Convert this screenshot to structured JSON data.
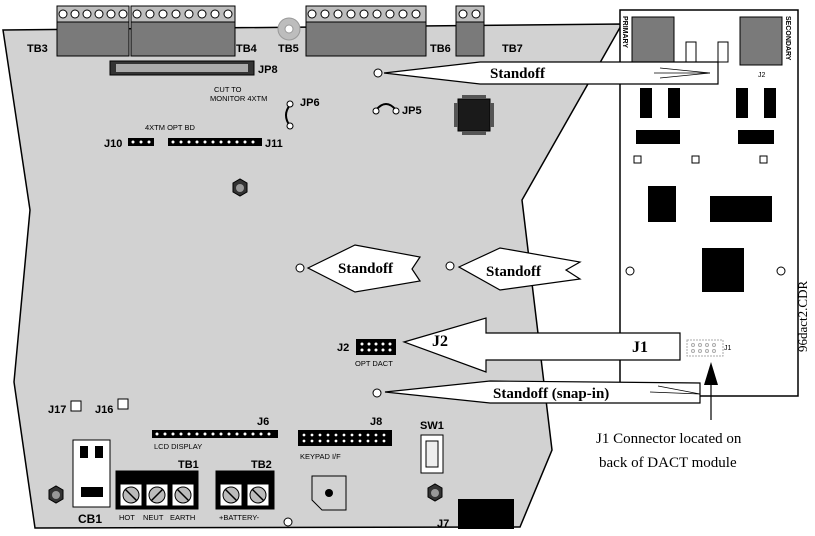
{
  "board": {
    "tb3": "TB3",
    "tb4": "TB4",
    "tb5": "TB5",
    "tb6": "TB6",
    "tb7": "TB7",
    "jp8": "JP8",
    "cut_line1": "CUT TO",
    "cut_line2": "MONITOR 4XTM",
    "jp6": "JP6",
    "jp5": "JP5",
    "opt_bd": "4XTM OPT BD",
    "j10": "J10",
    "j11": "J11",
    "j2": "J2",
    "opt_dact": "OPT DACT",
    "j17": "J17",
    "j16": "J16",
    "j6": "J6",
    "lcd": "LCD DISPLAY",
    "j8": "J8",
    "keypad": "KEYPAD I/F",
    "sw1": "SW1",
    "tb1": "TB1",
    "tb2": "TB2",
    "cb1": "CB1",
    "hot": "HOT",
    "neut": "NEUT",
    "earth": "EARTH",
    "battery": "+BATTERY-",
    "j7": "J7"
  },
  "module": {
    "primary": "PRIMARY",
    "secondary": "SECONDARY",
    "j2": "J2",
    "j1": "J1"
  },
  "callouts": {
    "standoff": "Standoff",
    "standoff_snap": "Standoff (snap-in)",
    "j2": "J2",
    "j1": "J1",
    "note_line1": "J1 Connector located on",
    "note_line2": "back of DACT module",
    "file_ref": "96dact2.CDR"
  }
}
